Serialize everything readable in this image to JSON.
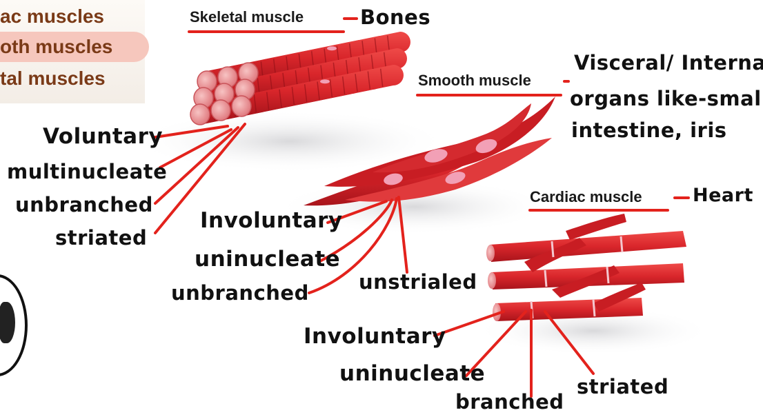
{
  "slide": {
    "items": [
      "ac muscles",
      "oth muscles",
      "tal muscles"
    ]
  },
  "skeletal": {
    "heading": "Skeletal muscle",
    "location": "Bones",
    "features": [
      "Voluntary",
      "multinucleate",
      "unbranched",
      "striated"
    ]
  },
  "smooth": {
    "heading": "Smooth muscle",
    "location_lines": [
      "Visceral/ Internal",
      "organs like-small",
      "intestine, iris"
    ],
    "features": [
      "Involuntary",
      "uninucleate",
      "unbranched",
      "unstrialed"
    ]
  },
  "cardiac": {
    "heading": "Cardiac muscle",
    "location": "Heart",
    "features": [
      "Involuntary",
      "uninucleate",
      "branched",
      "striated"
    ]
  },
  "colors": {
    "annotation_red": "#e3221c",
    "muscle_red": "#d9262b",
    "muscle_dark": "#a8141b",
    "nucleus_pink": "#f2a0b6",
    "slide_highlight": "#f6c7bd",
    "slide_text": "#7a3a17"
  }
}
